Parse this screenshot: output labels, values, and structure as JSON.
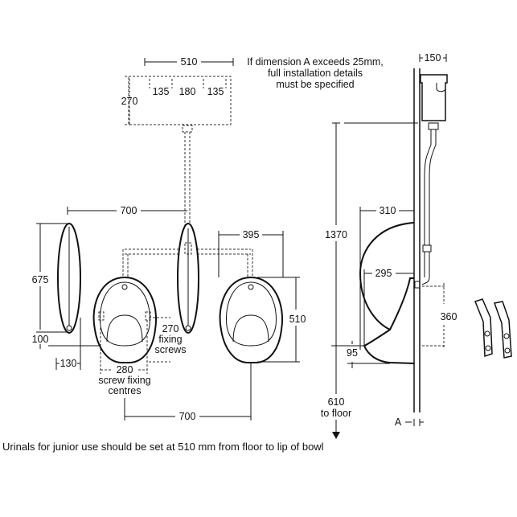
{
  "front_view": {
    "cistern_width": "510",
    "cistern_height": "270",
    "cistern_hole_1": "135",
    "cistern_hole_2": "180",
    "cistern_hole_3": "135",
    "spacing_top": "700",
    "side_height": "675",
    "side_bottom": "100",
    "side_width": "130",
    "bowl_width": "395",
    "bowl_height": "510",
    "fixing_screws": [
      "270",
      "fixing",
      "screws"
    ],
    "screw_centres": [
      "280",
      "screw fixing",
      "centres"
    ],
    "spacing_bottom": "700"
  },
  "side_view": {
    "note": [
      "If dimension A exceeds 25mm,",
      "full installation details",
      "must be specified"
    ],
    "cistern_depth": "150",
    "overall_height": "1370",
    "projection": "310",
    "lip_projection": "295",
    "inlet_height": "360",
    "bottom_offset": "95",
    "to_floor": [
      "610",
      "to floor"
    ],
    "dimension_a": "A"
  },
  "footer_note": "Urinals for junior use should be set at 510 mm from floor to lip of bowl"
}
